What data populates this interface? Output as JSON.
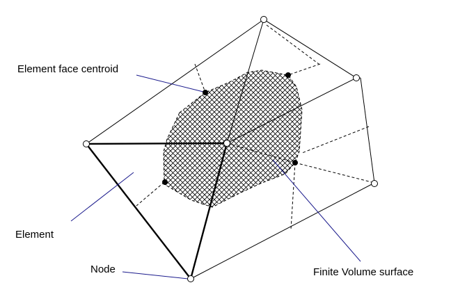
{
  "labels": {
    "face_centroid": "Element face centroid",
    "element": "Element",
    "node": "Node",
    "fv_surface": "Finite Volume surface"
  },
  "colors": {
    "line": "#000000",
    "leader": "#1a1a8c",
    "hatch": "#000000",
    "background": "#ffffff"
  }
}
